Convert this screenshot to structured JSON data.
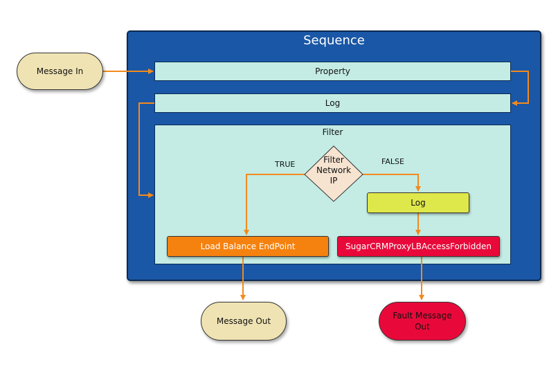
{
  "sequence": {
    "title": "Sequence"
  },
  "steps": {
    "property": "Property",
    "log": "Log",
    "filter": "Filter"
  },
  "filter_node": {
    "line1": "Filter",
    "line2": "Network",
    "line3": "IP"
  },
  "branches": {
    "true_label": "TRUE",
    "false_label": "FALSE",
    "false_log": "Log",
    "true_action": "Load Balance EndPoint",
    "false_action": "SugarCRMProxyLBAccessForbidden"
  },
  "terminals": {
    "message_in": "Message In",
    "message_out": "Message Out",
    "fault_out_line1": "Fault Message",
    "fault_out_line2": "Out"
  },
  "colors": {
    "sequence_bg": "#1a57a6",
    "step_bg": "#c4ece4",
    "terminal_bg": "#efe3b3",
    "arrow": "#f28a1e",
    "load_balance": "#f5820f",
    "fault": "#e8093a",
    "false_log": "#dfe84a"
  }
}
